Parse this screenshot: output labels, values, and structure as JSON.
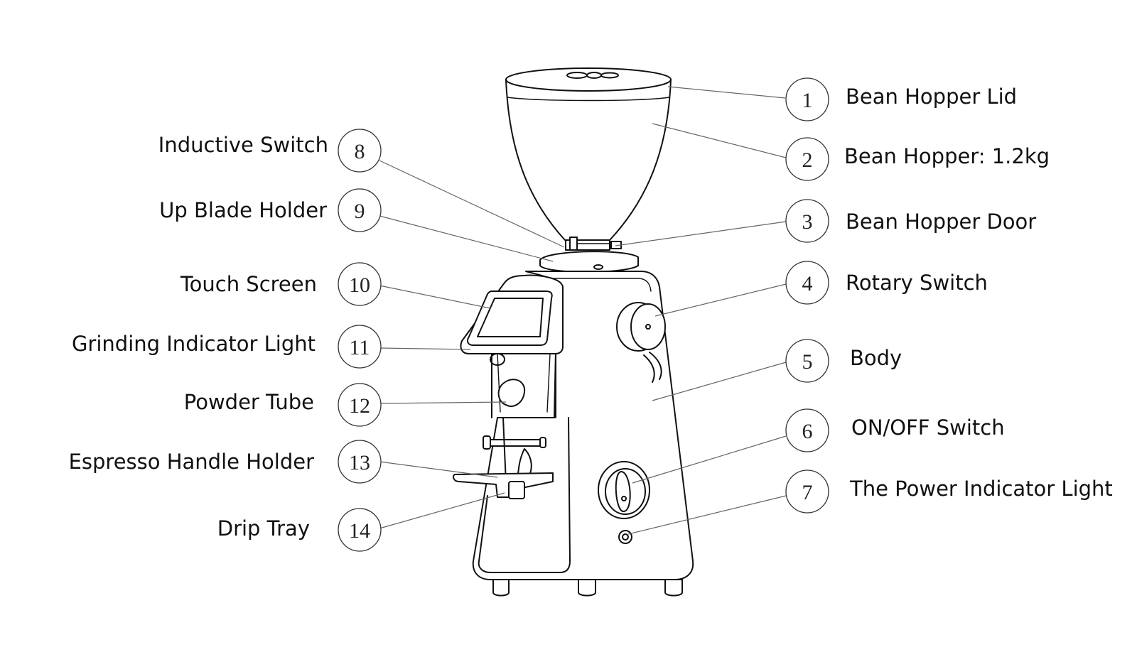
{
  "callouts": [
    {
      "number": "1",
      "label": "Bean Hopper Lid"
    },
    {
      "number": "2",
      "label": "Bean Hopper: 1.2kg"
    },
    {
      "number": "3",
      "label": "Bean Hopper Door"
    },
    {
      "number": "4",
      "label": "Rotary Switch"
    },
    {
      "number": "5",
      "label": "Body"
    },
    {
      "number": "6",
      "label": "ON/OFF Switch"
    },
    {
      "number": "7",
      "label": "The Power Indicator Light"
    },
    {
      "number": "8",
      "label": "Inductive Switch"
    },
    {
      "number": "9",
      "label": "Up Blade Holder"
    },
    {
      "number": "10",
      "label": "Touch Screen"
    },
    {
      "number": "11",
      "label": "Grinding Indicator Light"
    },
    {
      "number": "12",
      "label": "Powder Tube"
    },
    {
      "number": "13",
      "label": "Espresso Handle Holder"
    },
    {
      "number": "14",
      "label": "Drip Tray"
    }
  ]
}
